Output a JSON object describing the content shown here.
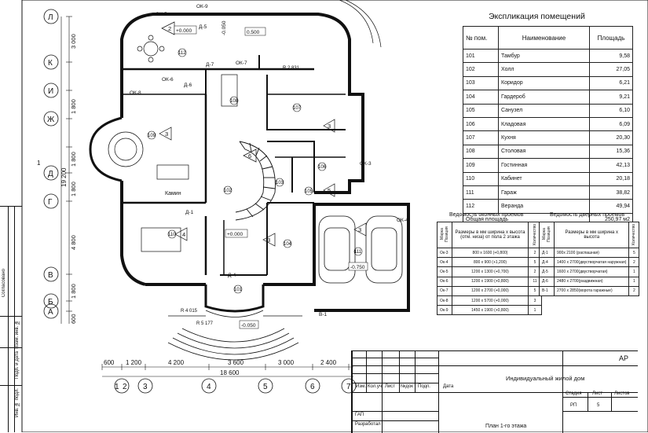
{
  "plan": {
    "grid_letters": [
      "Л",
      "К",
      "И",
      "Ж",
      "Д",
      "Г",
      "В",
      "Б",
      "А"
    ],
    "grid_numbers": [
      "1",
      "2",
      "3",
      "4",
      "5",
      "6",
      "7"
    ],
    "dims_left": [
      "3 000",
      "1 800",
      "1 800",
      "1 800",
      "4 800",
      "1 800",
      "600",
      "19 200"
    ],
    "dims_bottom": [
      "600",
      "1 200",
      "4 200",
      "3 600",
      "3 000",
      "2 400",
      "18 600"
    ],
    "room_numbers": [
      "101",
      "102",
      "103",
      "104",
      "105",
      "106",
      "107",
      "108",
      "109",
      "110",
      "111",
      "112"
    ],
    "room_area_marks": [
      "2",
      "3",
      "4",
      "5",
      "6",
      "3",
      "3",
      "3",
      "3"
    ],
    "level_marks": [
      "+0.000",
      "-0.050",
      "0.500",
      "+0.000",
      "-0.750",
      "-0.050"
    ],
    "windows": [
      "ОК-5",
      "ОК-6",
      "ОК-7",
      "ОК-8",
      "ОК-9",
      "ОК-3",
      "ОК-4"
    ],
    "doors": [
      "Д-1",
      "Д-4",
      "Д-5",
      "Д-6",
      "Д-7",
      "В-1"
    ],
    "labels": {
      "kamin": "Камин",
      "r1": "R 2 831",
      "r2": "R 4 015",
      "r3": "R 5 177",
      "axis_1": "1"
    }
  },
  "rooms_table": {
    "title": "Экспликация помещений",
    "headers": [
      "№ пом.",
      "Наименование",
      "Площадь"
    ],
    "rows": [
      [
        "101",
        "Тамбур",
        "9,58"
      ],
      [
        "102",
        "Холл",
        "27,05"
      ],
      [
        "103",
        "Коридор",
        "6,21"
      ],
      [
        "104",
        "Гардероб",
        "9,21"
      ],
      [
        "105",
        "Санузел",
        "6,10"
      ],
      [
        "106",
        "Кладовая",
        "6,09"
      ],
      [
        "107",
        "Кухня",
        "20,30"
      ],
      [
        "108",
        "Столовая",
        "15,36"
      ],
      [
        "109",
        "Гостинная",
        "42,13"
      ],
      [
        "110",
        "Кабинет",
        "20,18"
      ],
      [
        "111",
        "Гараж",
        "38,82"
      ],
      [
        "112",
        "Веранда",
        "49,94"
      ]
    ],
    "total_label": "Общая площадь",
    "total_value": "250,97 м2"
  },
  "windows_table": {
    "title": "Ведомость оконных проемов",
    "headers": [
      "Марка Позиция",
      "Размеры в мм ширина х высота (отм. низа) от пола 2 этажа",
      "Количество"
    ],
    "rows": [
      [
        "Ок-3",
        "800 х 1600 (+0,800)",
        "2"
      ],
      [
        "Ок-4",
        "800 х 900 (+1,200)",
        "5"
      ],
      [
        "Ок-5",
        "1200 х 1300 (+0,700)",
        "2"
      ],
      [
        "Ок-6",
        "1200 х 1900 (+0,800)",
        "11"
      ],
      [
        "Ок-7",
        "1200 х 2700 (+0,000)",
        "5"
      ],
      [
        "Ок-8",
        "1200 х 5700 (+0,000)",
        "3"
      ],
      [
        "Ок-9",
        "1450 х 1900 (+0,800)",
        "1"
      ]
    ]
  },
  "doors_table": {
    "title": "Ведомость дверных проемов",
    "headers": [
      "Марка Позиция",
      "Размеры в мм ширина х высота",
      "Количество"
    ],
    "rows": [
      [
        "Д-1",
        "900х 2100 (распашная)",
        "5"
      ],
      [
        "Д-4",
        "1400 х 2700(двустворчатая наружная)",
        "2"
      ],
      [
        "Д-5",
        "1600 х 2700(двустворчатая)",
        "1"
      ],
      [
        "Д-6",
        "2480 х 2700(раздвижная)",
        "1"
      ],
      [
        "В-1",
        "2700 х 2850(ворота гаражные)",
        "2"
      ]
    ]
  },
  "stamp": {
    "code": "АР",
    "project": "Индивидуальный жилой дом",
    "col_headers": [
      "Изм.",
      "Кол.уч",
      "Лист",
      "№док",
      "Подп.",
      "Дата"
    ],
    "stage_label": "Стадия",
    "sheet_label": "Лист",
    "sheets_label": "Листов",
    "stage_value": "РП",
    "sheet_value": "5",
    "gap_label": "ГАП",
    "dev_label": "Разработал",
    "sheet_title": "План 1-го этажа"
  },
  "side_strip": [
    "Согласовано",
    "Взам. инв. №",
    "Подп. и дата",
    "Инв. № подл."
  ]
}
